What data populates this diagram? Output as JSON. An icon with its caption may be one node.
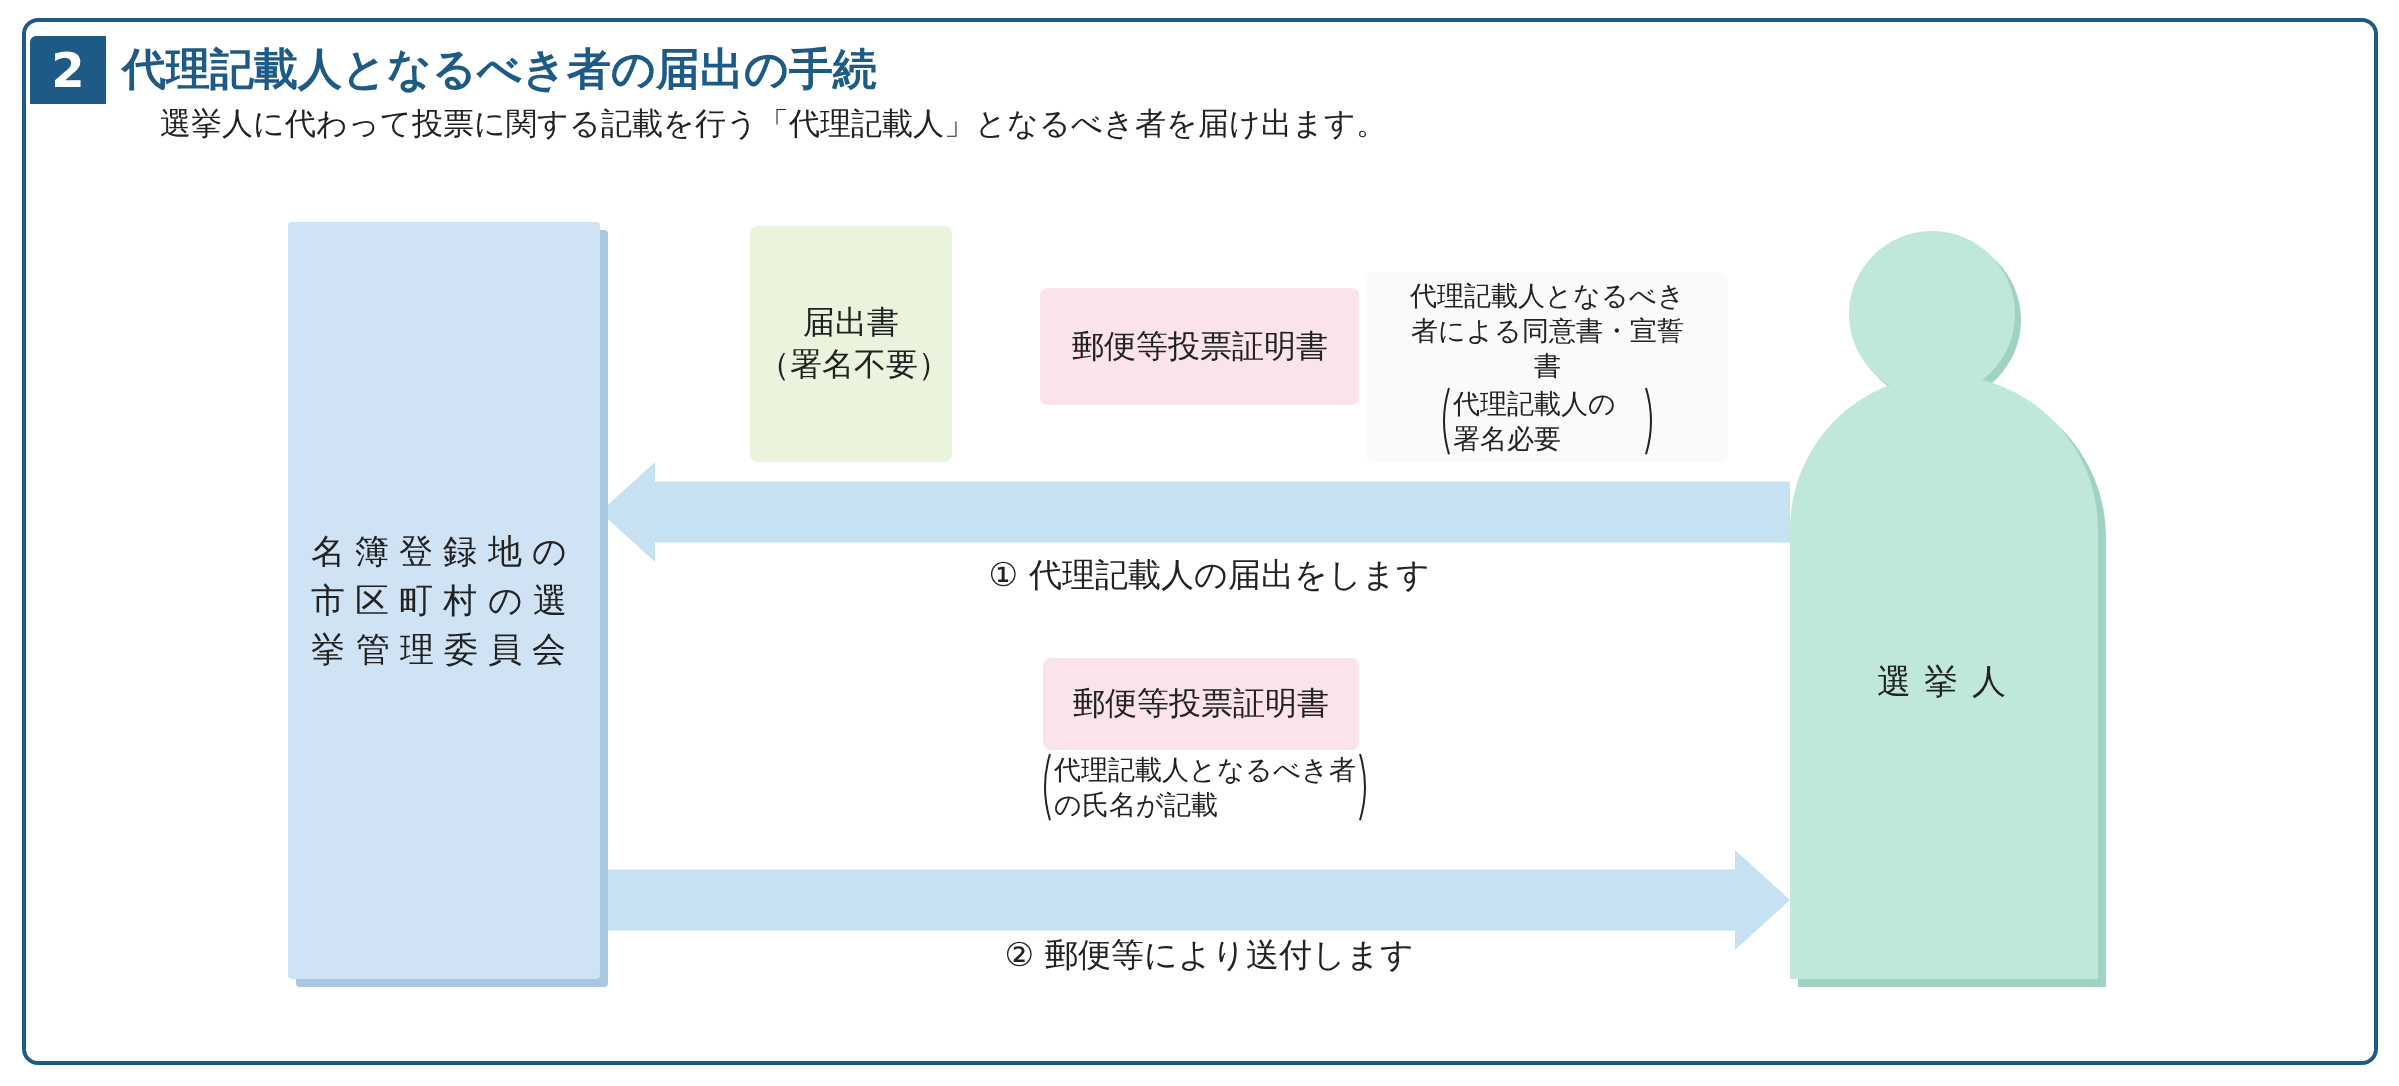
{
  "diagram": {
    "title": "代理記載人となるべき者の届出の手続",
    "nodes": [
      {
        "text": [
          "名簿登録地の市区町村の選挙管理委員会"
        ]
      },
      {
        "text": [
          "選挙人"
        ]
      },
      {
        "text": [
          "届出書（署名不要）"
        ]
      },
      {
        "text": [
          "郵便等投票証明書"
        ]
      },
      {
        "text": [
          "代理記載人となるべき者による同意書・宣誓書",
          "代理記載人の署名必要"
        ]
      },
      {
        "text": [
          "郵便等投票証明書"
        ],
        "beside": [
          "代理記載人となるべき者の氏名が記載"
        ]
      }
    ],
    "edges": [
      {
        "from": 1,
        "to": 0,
        "arrow": "to",
        "label": "① 代理記載人の届出をします"
      },
      {
        "from": 0,
        "to": 1,
        "arrow": "to",
        "label": "② 郵便等により送付します"
      }
    ],
    "labels": [
      "2",
      "選挙人に代わって投票に関する記載を行う「代理記載人」となるべき者を届け出ます。"
    ]
  }
}
